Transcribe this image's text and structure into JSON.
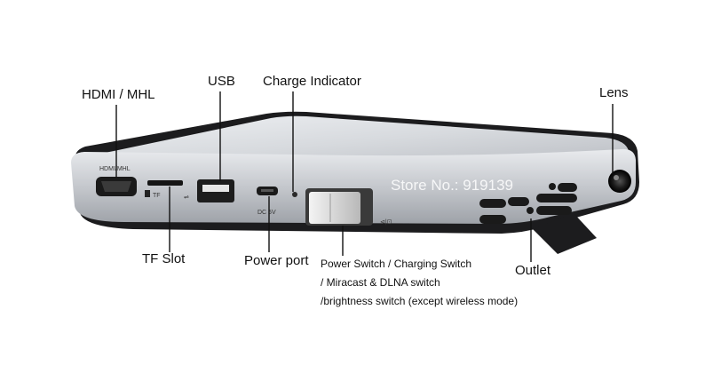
{
  "labels": {
    "hdmi": "HDMI / MHL",
    "usb": "USB",
    "charge_indicator": "Charge Indicator",
    "lens": "Lens",
    "tf_slot": "TF Slot",
    "power_port": "Power port",
    "power_switch_line1": "Power Switch / Charging Switch",
    "power_switch_line2": "/ Miracast & DLNA switch",
    "power_switch_line3": "/brightness switch (except wireless mode)",
    "outlet": "Outlet"
  },
  "device_markings": {
    "hdmi": "HDMI/MHL",
    "tf": "TF",
    "dc": "DC 5V"
  },
  "watermark": "Store No.: 919139",
  "colors": {
    "body_silver": "#c9ccd1",
    "body_dark": "#1c1c1e",
    "leader_line": "#111111"
  }
}
